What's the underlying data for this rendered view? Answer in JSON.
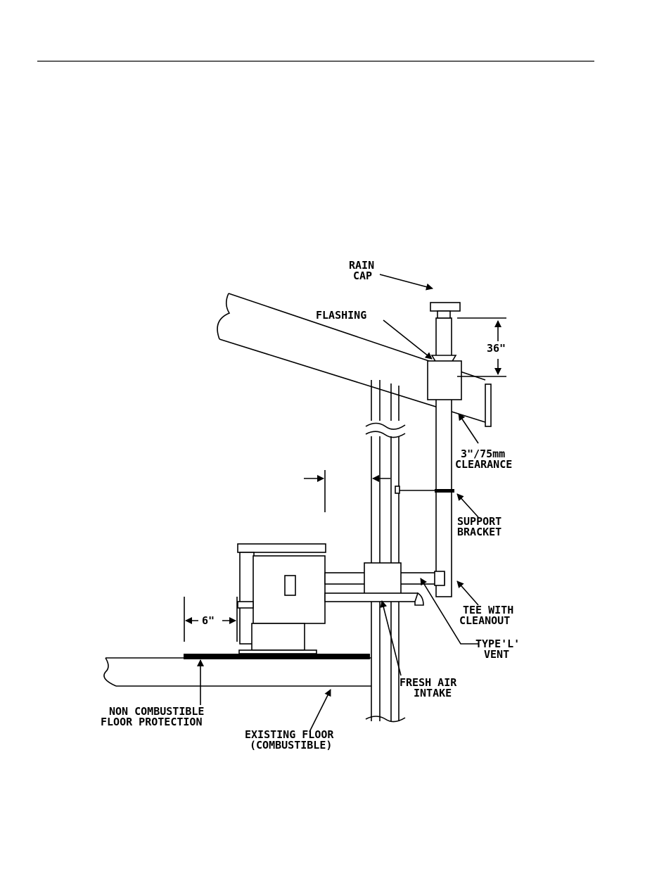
{
  "labels": {
    "rain_cap": [
      "RAIN",
      "CAP"
    ],
    "flashing": "FLASHING",
    "height": "36\"",
    "clearance": [
      "3\"/75mm",
      "CLEARANCE"
    ],
    "support_bracket": [
      "SUPPORT",
      "BRACKET"
    ],
    "tee": [
      "TEE WITH",
      "CLEANOUT"
    ],
    "type_l_vent": [
      "TYPE'L'",
      "VENT"
    ],
    "fresh_air": [
      "FRESH AIR",
      "INTAKE"
    ],
    "floor_protection": [
      "NON COMBUSTIBLE",
      "FLOOR PROTECTION"
    ],
    "existing_floor": [
      "EXISTING FLOOR",
      "(COMBUSTIBLE)"
    ],
    "side_clearance": "6\""
  }
}
